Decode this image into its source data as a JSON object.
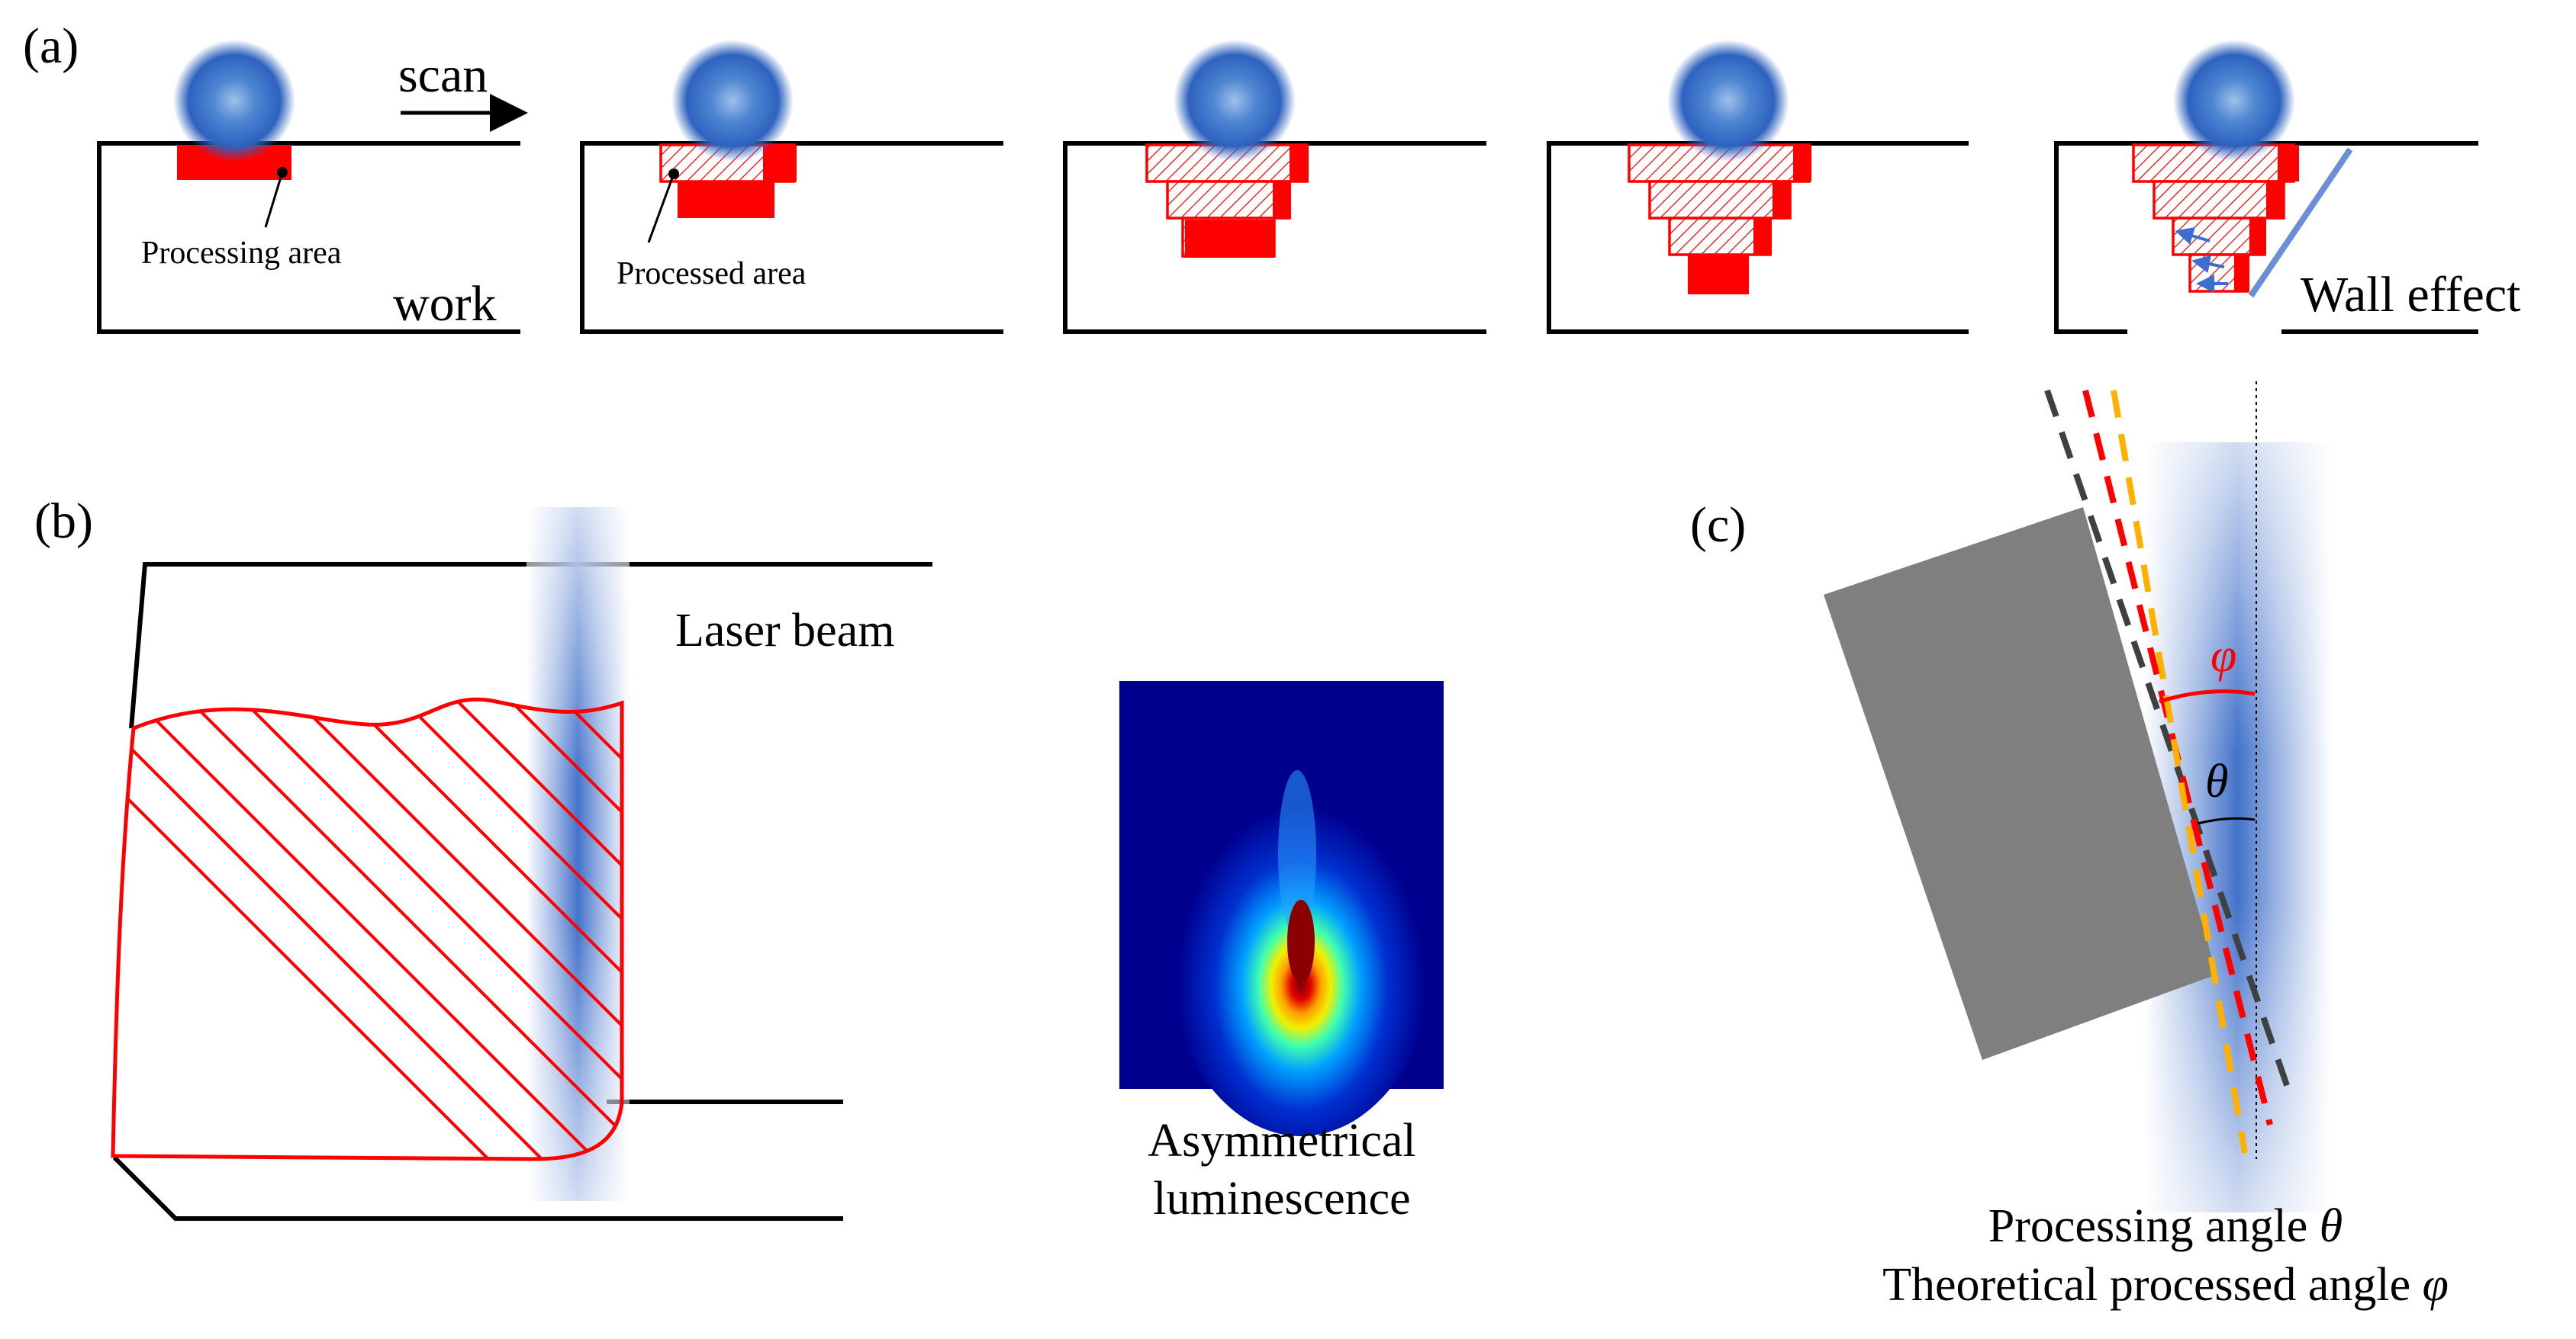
{
  "panel_a": {
    "label": "(a)",
    "scan_label": "scan",
    "processing_area_label": "Processing area",
    "work_label": "work",
    "processed_area_label": "Processed area",
    "wall_effect_label": "Wall effect"
  },
  "panel_b": {
    "label": "(b)",
    "laser_beam_label": "Laser beam",
    "luminescence_line1": "Asymmetrical",
    "luminescence_line2": "luminescence"
  },
  "panel_c": {
    "label": "(c)",
    "phi_symbol": "φ",
    "theta_symbol": "θ",
    "caption_line1_text": "Processing angle ",
    "caption_line1_symbol": "θ",
    "caption_line2_text": "Theoretical processed angle ",
    "caption_line2_symbol": "φ"
  },
  "colors": {
    "processing_red": "#ff0000",
    "beam_blue": "#2f63c4",
    "block_gray": "#7f7f7f",
    "wall_line_blue": "#6b8fd6",
    "dash_dark": "#404040",
    "dash_red": "#ff0000",
    "dash_orange": "#ffb000"
  }
}
